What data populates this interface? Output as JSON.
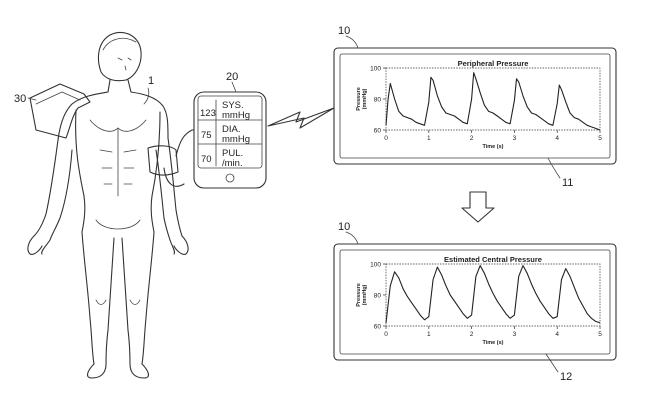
{
  "labels": {
    "ref_person": "1",
    "ref_cuff": "30",
    "ref_meter": "20",
    "ref_display_top": "10",
    "ref_display_bottom": "10",
    "ref_plot_top": "11",
    "ref_plot_bottom": "12"
  },
  "meter": {
    "readings": [
      {
        "value": "123",
        "unit_line1": "SYS.",
        "unit_line2": "mmHg"
      },
      {
        "value": "75",
        "unit_line1": "DIA.",
        "unit_line2": "mmHg"
      },
      {
        "value": "70",
        "unit_line1": "PUL.",
        "unit_line2": "/min."
      }
    ]
  },
  "chart_data": [
    {
      "type": "line",
      "title": "Peripheral Pressure",
      "xlabel": "Time (s)",
      "ylabel_line1": "Pressure",
      "ylabel_line2": "(mmHg)",
      "xlim": [
        0,
        5
      ],
      "ylim": [
        60,
        100
      ],
      "x_ticks": [
        "0",
        "1",
        "2",
        "3",
        "4",
        "5"
      ],
      "y_ticks": [
        "100",
        "80",
        "60"
      ],
      "grid": false,
      "series": [
        {
          "x": [
            0.0,
            0.05,
            0.1,
            0.2,
            0.3,
            0.4,
            0.5,
            0.6,
            0.7,
            0.8,
            0.9,
            1.0,
            1.05,
            1.1,
            1.2,
            1.3,
            1.4,
            1.5,
            1.6,
            1.7,
            1.8,
            1.9,
            2.0,
            2.05,
            2.1,
            2.2,
            2.3,
            2.4,
            2.5,
            2.6,
            2.7,
            2.8,
            2.9,
            3.0,
            3.05,
            3.1,
            3.2,
            3.3,
            3.4,
            3.5,
            3.6,
            3.7,
            3.8,
            3.9,
            4.0,
            4.05,
            4.1,
            4.2,
            4.3,
            4.4,
            4.5,
            4.6,
            4.7,
            4.8,
            4.9,
            5.0
          ],
          "values": [
            63,
            80,
            90,
            80,
            72,
            69,
            68,
            67,
            65,
            64,
            63,
            78,
            94,
            92,
            82,
            75,
            71,
            70,
            69,
            67,
            65,
            64,
            80,
            97,
            93,
            84,
            76,
            72,
            71,
            69,
            67,
            65,
            64,
            79,
            93,
            91,
            82,
            75,
            71,
            70,
            68,
            66,
            64,
            63,
            77,
            89,
            86,
            78,
            71,
            68,
            67,
            65,
            63,
            62,
            61,
            60
          ]
        }
      ]
    },
    {
      "type": "line",
      "title": "Estimated Central Pressure",
      "xlabel": "Time (s)",
      "ylabel_line1": "Pressure",
      "ylabel_line2": "(mmHg)",
      "xlim": [
        0,
        5
      ],
      "ylim": [
        60,
        100
      ],
      "x_ticks": [
        "0",
        "1",
        "2",
        "3",
        "4",
        "5"
      ],
      "y_ticks": [
        "100",
        "80",
        "60"
      ],
      "grid": false,
      "series": [
        {
          "x": [
            0.0,
            0.1,
            0.2,
            0.3,
            0.4,
            0.5,
            0.6,
            0.7,
            0.8,
            0.9,
            1.0,
            1.1,
            1.2,
            1.3,
            1.4,
            1.5,
            1.6,
            1.7,
            1.8,
            1.9,
            2.0,
            2.1,
            2.2,
            2.3,
            2.4,
            2.5,
            2.6,
            2.7,
            2.8,
            2.9,
            3.0,
            3.1,
            3.2,
            3.3,
            3.4,
            3.5,
            3.6,
            3.7,
            3.8,
            3.9,
            4.0,
            4.1,
            4.2,
            4.3,
            4.4,
            4.5,
            4.6,
            4.7,
            4.8,
            4.9,
            5.0
          ],
          "values": [
            62,
            86,
            95,
            91,
            84,
            79,
            75,
            71,
            67,
            64,
            66,
            90,
            98,
            93,
            86,
            80,
            76,
            72,
            68,
            65,
            67,
            92,
            99,
            94,
            87,
            81,
            76,
            72,
            68,
            65,
            67,
            92,
            99,
            94,
            87,
            81,
            76,
            72,
            68,
            65,
            66,
            90,
            97,
            92,
            85,
            78,
            73,
            68,
            65,
            63,
            62
          ]
        }
      ]
    }
  ]
}
